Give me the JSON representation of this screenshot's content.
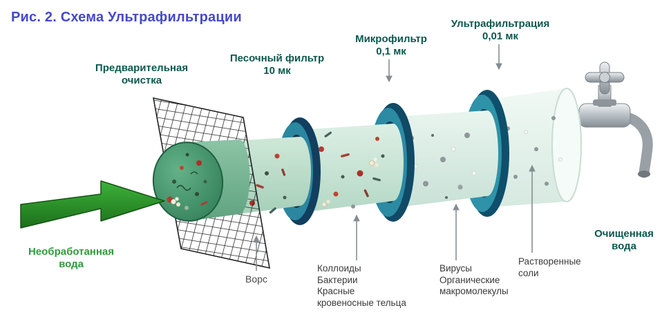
{
  "figure": {
    "title": "Рис. 2. Схема Ультрафильтрации"
  },
  "stages": {
    "pretreatment": {
      "label": "Предварительная\nочистка"
    },
    "sand_filter": {
      "label": "Песочный фильтр\n10 мк"
    },
    "microfilter": {
      "label": "Микрофильтр\n0,1 мк"
    },
    "ultrafiltration": {
      "label": "Ультрафильтрация\n0,01 мк"
    }
  },
  "water": {
    "raw": "Необработанная\nвода",
    "clean": "Очищенная\nвода"
  },
  "removed": {
    "lint": "Ворс",
    "colloids": "Коллоиды\nБактерии\nКрасные\nкровеносные тельца",
    "viruses": "Вирусы\nОрганические\nмакромолекулы",
    "salts": "Растворенные\nсоли"
  },
  "colors": {
    "title_blue": "#4449c8",
    "stage_label_teal": "#0c584e",
    "raw_water_green": "#2f9c3a",
    "ring_teal": "#114a66",
    "pipe_mint": "#cfe8d8",
    "arrow_green": "#2c8f25"
  }
}
